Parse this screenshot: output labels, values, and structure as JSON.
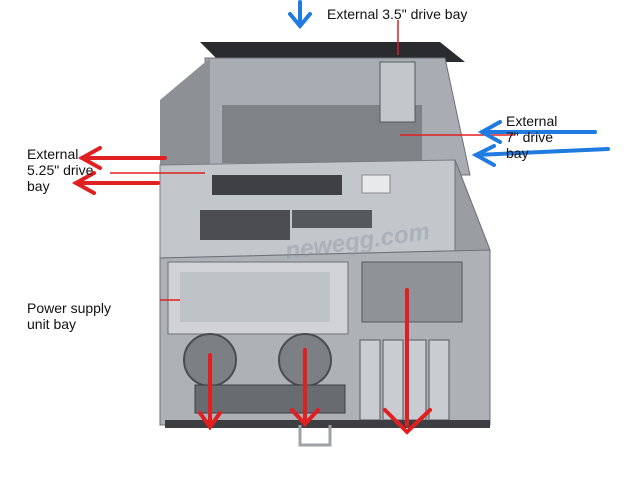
{
  "image": {
    "labels": {
      "external_35": "External 3.5\" drive bay",
      "external_7": "External\n7\" drive\nbay",
      "external_525": "External\n5.25\" drive\nbay",
      "psu_bay": "Power supply\nunit bay"
    },
    "watermark": "newegg.com",
    "colors": {
      "background": "#ffffff",
      "chassis": "#b9bcc1",
      "chassis_dark": "#5e6166",
      "blue_arrow": "#1f7be0",
      "red_arrow": "#e02020",
      "text": "#111111"
    }
  }
}
